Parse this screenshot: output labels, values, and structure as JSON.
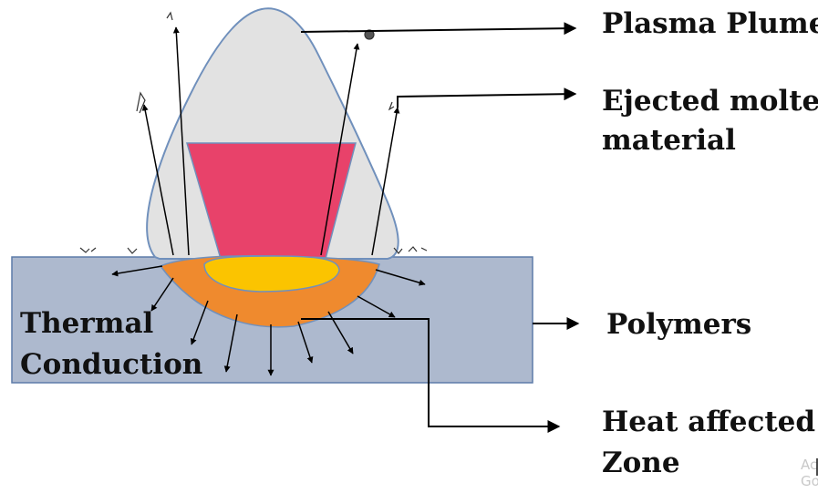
{
  "labels": {
    "plasma_plume": "Plasma Plume",
    "ejected_line1": "Ejected molten",
    "ejected_line2": "material",
    "polymers": "Polymers",
    "heat_line1": "Heat affected",
    "heat_line2": "Zone",
    "thermal_line1": "Thermal",
    "thermal_line2": "Conduction"
  },
  "watermark": {
    "line1": "Ac",
    "line2": "Go"
  },
  "colors": {
    "polymer_block": "#adb9ce",
    "polymer_border": "#5d7ba8",
    "plume_fill": "#e2e2e2",
    "plume_border": "#7090bc",
    "beam_fill": "#e8426a",
    "haz_fill": "#ef8a2e",
    "melt_pool_fill": "#fbc400",
    "arrow": "#000000"
  }
}
